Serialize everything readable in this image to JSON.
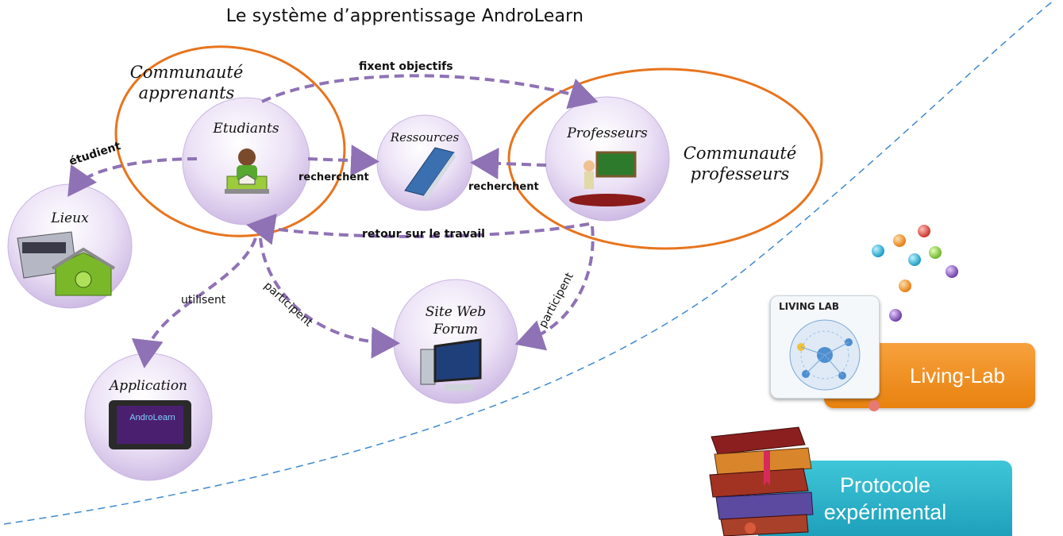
{
  "title": "Le système d’apprentissage AndroLearn",
  "communities": {
    "learners": [
      "Communauté",
      "apprenants"
    ],
    "teachers": [
      "Communauté",
      "professeurs"
    ]
  },
  "nodes": {
    "etudiants": "Etudiants",
    "ressources": "Ressources",
    "professeurs": "Professeurs",
    "lieux": "Lieux",
    "site": [
      "Site Web",
      "Forum"
    ],
    "application": "Application",
    "app_screen_brand": "AndroLearn"
  },
  "edges": {
    "fixent": "fixent objectifs",
    "etudient": "étudient",
    "recherchent_1": "recherchent",
    "recherchent_2": "recherchent",
    "retour": "retour sur le travail",
    "participent_1": "participent",
    "participent_2": "participent",
    "utilisent": "utilisent"
  },
  "living_lab": {
    "card_title": "LIVING LAB",
    "box_label": "Living-Lab"
  },
  "protocole": {
    "label": [
      "Protocole",
      "expérimental"
    ]
  },
  "colors": {
    "ellipse": "#e8741c",
    "arrow": "#8f72b5",
    "node_fill": "#e9def4",
    "dashed_curve": "#3f8ad1"
  }
}
